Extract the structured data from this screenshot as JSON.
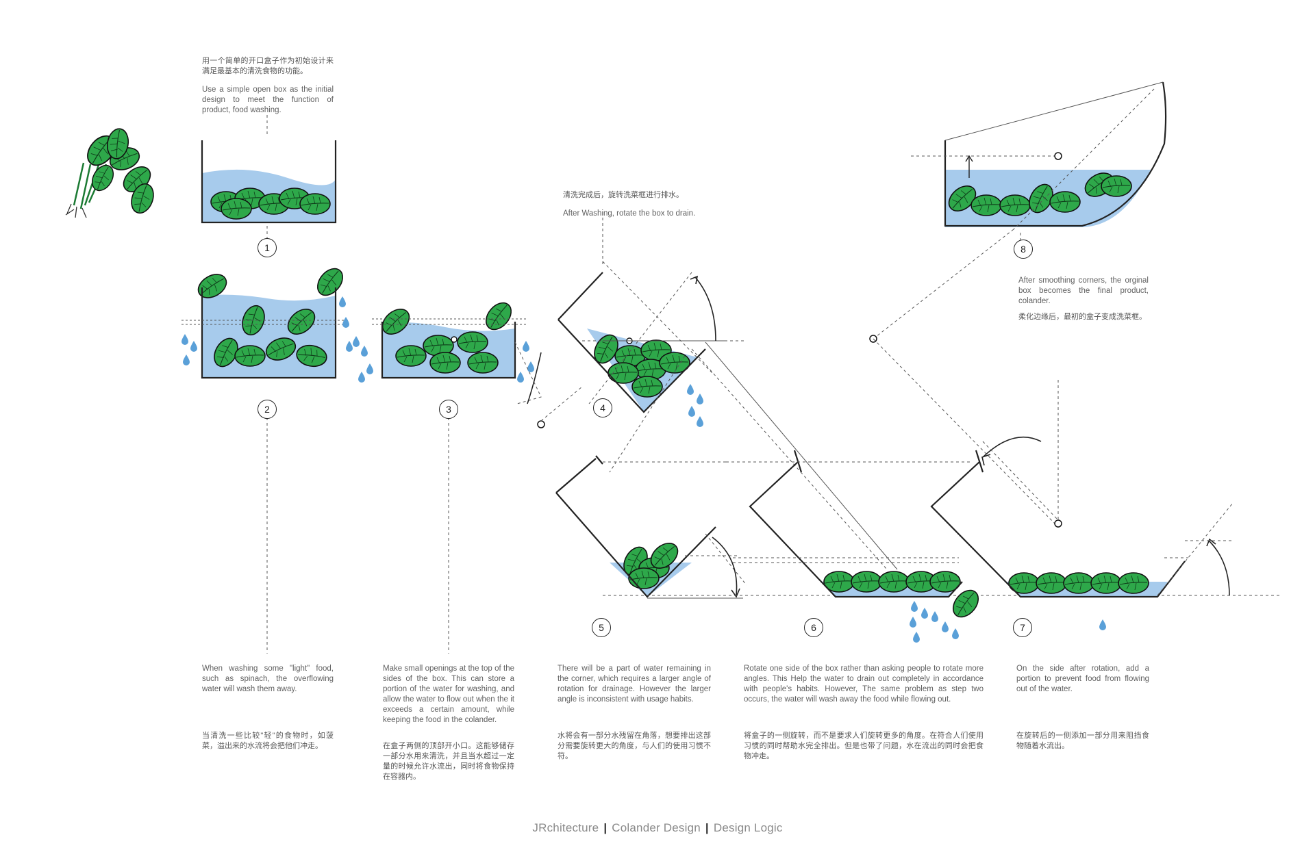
{
  "steps": [
    {
      "number": "1",
      "cn": "用一个简单的开口盒子作为初始设计来满足最基本的清洗食物的功能。",
      "en": "Use a simple open box as the initial design to meet the function of product, food washing."
    },
    {
      "number": "2",
      "en": "When washing some \"light\" food, such as spinach, the overflowing water will wash them away.",
      "cn": "当清洗一些比较\"轻\"的食物时，如菠菜，溢出来的水流将会把他们冲走。"
    },
    {
      "number": "3",
      "en": "Make small openings at the top of the sides of the box. This can store a portion of the water for washing, and allow the water to flow out when the it exceeds a certain amount, while keeping the food in the colander.",
      "cn": "在盒子两侧的顶部开小口。这能够储存一部分水用来清洗，并且当水超过一定量的时候允许水流出，同时将食物保持在容器内。"
    },
    {
      "number": "4",
      "cn": "清洗完成后，旋转洗菜框进行排水。",
      "en": "After Washing, rotate the box to drain."
    },
    {
      "number": "5",
      "en": "There will be a part of water remaining in the corner, which requires a larger angle of rotation for drainage. However the larger angle is inconsistent with usage habits.",
      "cn": "水将会有一部分水残留在角落，想要排出这部分需要旋转更大的角度，与人们的使用习惯不符。"
    },
    {
      "number": "6",
      "en": "Rotate one side of the box rather than asking people to rotate more angles. This Help the water to drain out completely in accordance with people's habits. However, The same problem as step two occurs, the water will wash away the food while flowing out.",
      "cn": "将盒子的一侧旋转，而不是要求人们旋转更多的角度。在符合人们使用习惯的同时帮助水完全排出。但是也带了问题，水在流出的同时会把食物冲走。"
    },
    {
      "number": "7",
      "en": "On the side after rotation, add a portion to prevent food from flowing out of the water.",
      "cn": "在旋转后的一侧添加一部分用来阻挡食物随着水流出。"
    },
    {
      "number": "8",
      "en": "After smoothing corners, the orginal box becomes the final product, colander.",
      "cn": "柔化边缘后，最初的盒子变成洗菜框。"
    }
  ],
  "footer": {
    "brand": "JRchitecture",
    "project": "Colander Design",
    "section": "Design Logic"
  },
  "colors": {
    "water": "#a7cbec",
    "leaf": "#2ea84a",
    "leaf_dark": "#1b7a33",
    "line": "#222222",
    "drop": "#5aa0d8"
  }
}
